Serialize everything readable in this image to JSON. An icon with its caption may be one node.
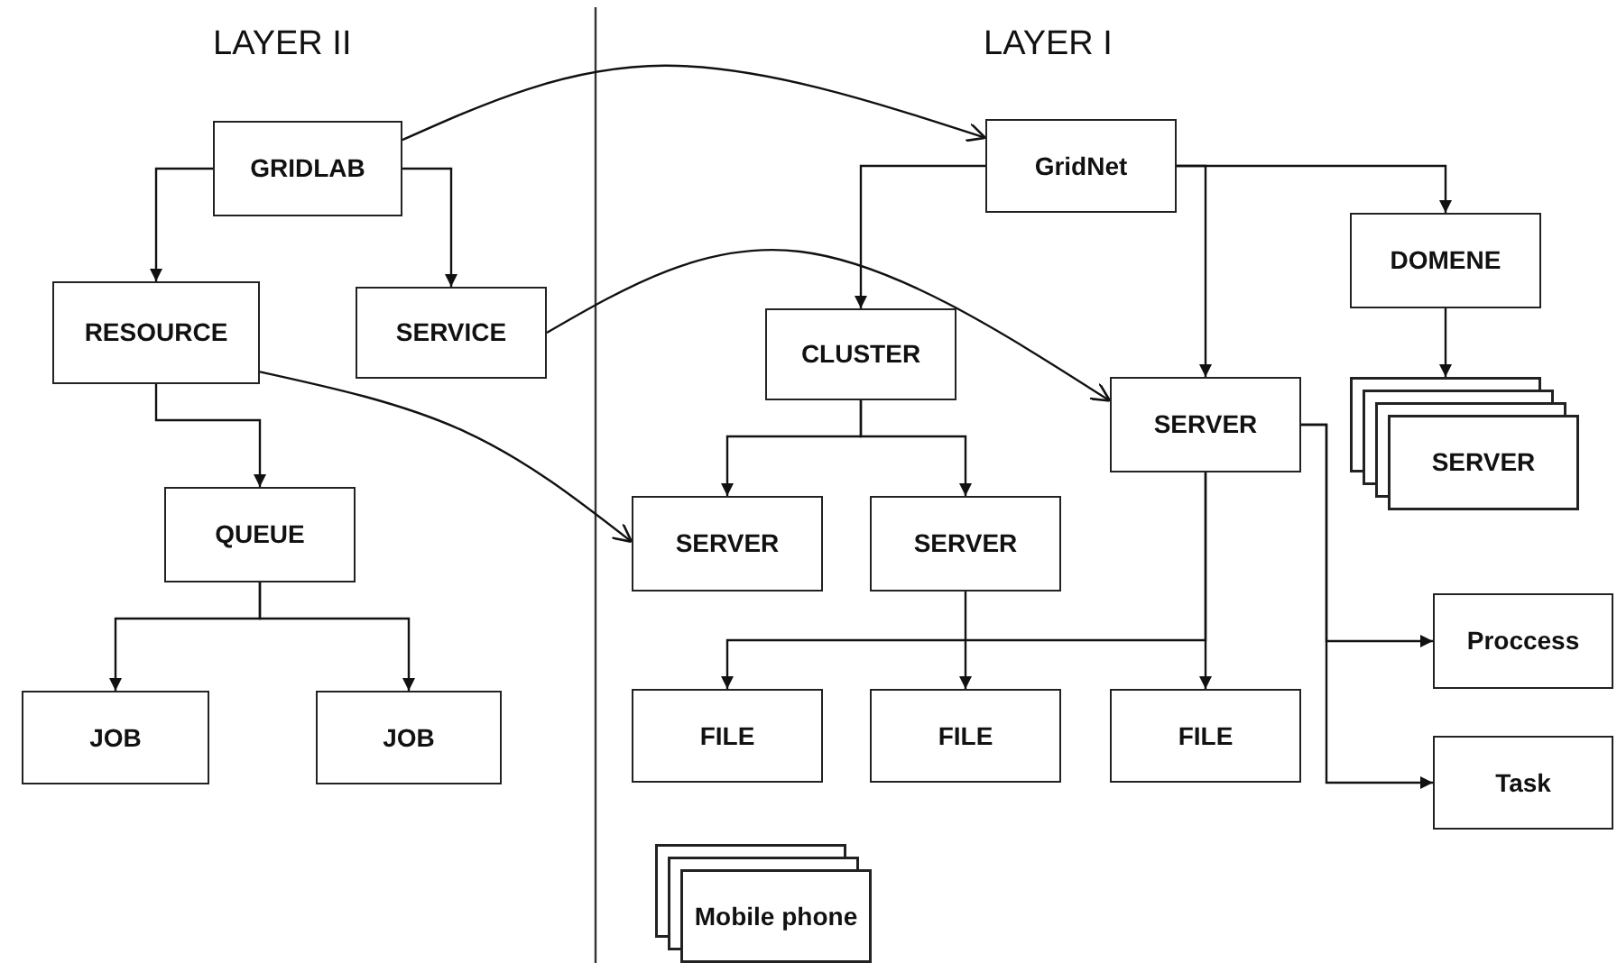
{
  "diagram": {
    "nodes": [
      {
        "text": [
          "GRIDLAB"
        ]
      },
      {
        "text": [
          "RESOURCE"
        ]
      },
      {
        "text": [
          "SERVICE"
        ]
      },
      {
        "text": [
          "QUEUE"
        ]
      },
      {
        "text": [
          "JOB"
        ]
      },
      {
        "text": [
          "JOB"
        ]
      },
      {
        "text": [
          "GridNet"
        ]
      },
      {
        "text": [
          "DOMENE"
        ]
      },
      {
        "text": [
          "CLUSTER"
        ]
      },
      {
        "text": [
          "SERVER"
        ]
      },
      {
        "text": [
          "SERVER"
        ]
      },
      {
        "text": [
          "SERVER"
        ]
      },
      {
        "text": [
          "SERVER"
        ]
      },
      {
        "text": [
          "Proccess"
        ]
      },
      {
        "text": [
          "FILE"
        ]
      },
      {
        "text": [
          "FILE"
        ]
      },
      {
        "text": [
          "FILE"
        ]
      },
      {
        "text": [
          "Task"
        ]
      },
      {
        "text": [
          "Mobile phone"
        ]
      }
    ],
    "edges": [
      {
        "from": 0,
        "to": 1,
        "arrow": "to"
      },
      {
        "from": 0,
        "to": 2,
        "arrow": "to"
      },
      {
        "from": 0,
        "to": 6,
        "arrow": "to"
      },
      {
        "from": 1,
        "to": 3,
        "arrow": "to"
      },
      {
        "from": 1,
        "to": 11,
        "arrow": "to"
      },
      {
        "from": 2,
        "to": 9,
        "arrow": "to"
      },
      {
        "from": 3,
        "to": 4,
        "arrow": "to"
      },
      {
        "from": 3,
        "to": 5,
        "arrow": "to"
      },
      {
        "from": 6,
        "to": 8,
        "arrow": "to"
      },
      {
        "from": 6,
        "to": 9,
        "arrow": "to"
      },
      {
        "from": 6,
        "to": 7,
        "arrow": "to"
      },
      {
        "from": 7,
        "to": 10,
        "arrow": "to"
      },
      {
        "from": 8,
        "to": 11,
        "arrow": "to"
      },
      {
        "from": 8,
        "to": 12,
        "arrow": "to"
      },
      {
        "from": 12,
        "to": 15,
        "arrow": "to"
      },
      {
        "from": 9,
        "to": 16,
        "arrow": "to"
      },
      {
        "from": 9,
        "to": 14,
        "arrow": "to"
      },
      {
        "from": 9,
        "to": 13,
        "arrow": "to"
      },
      {
        "from": 9,
        "to": 17,
        "arrow": "to"
      }
    ],
    "labels": [
      "LAYER II",
      "LAYER I"
    ]
  }
}
